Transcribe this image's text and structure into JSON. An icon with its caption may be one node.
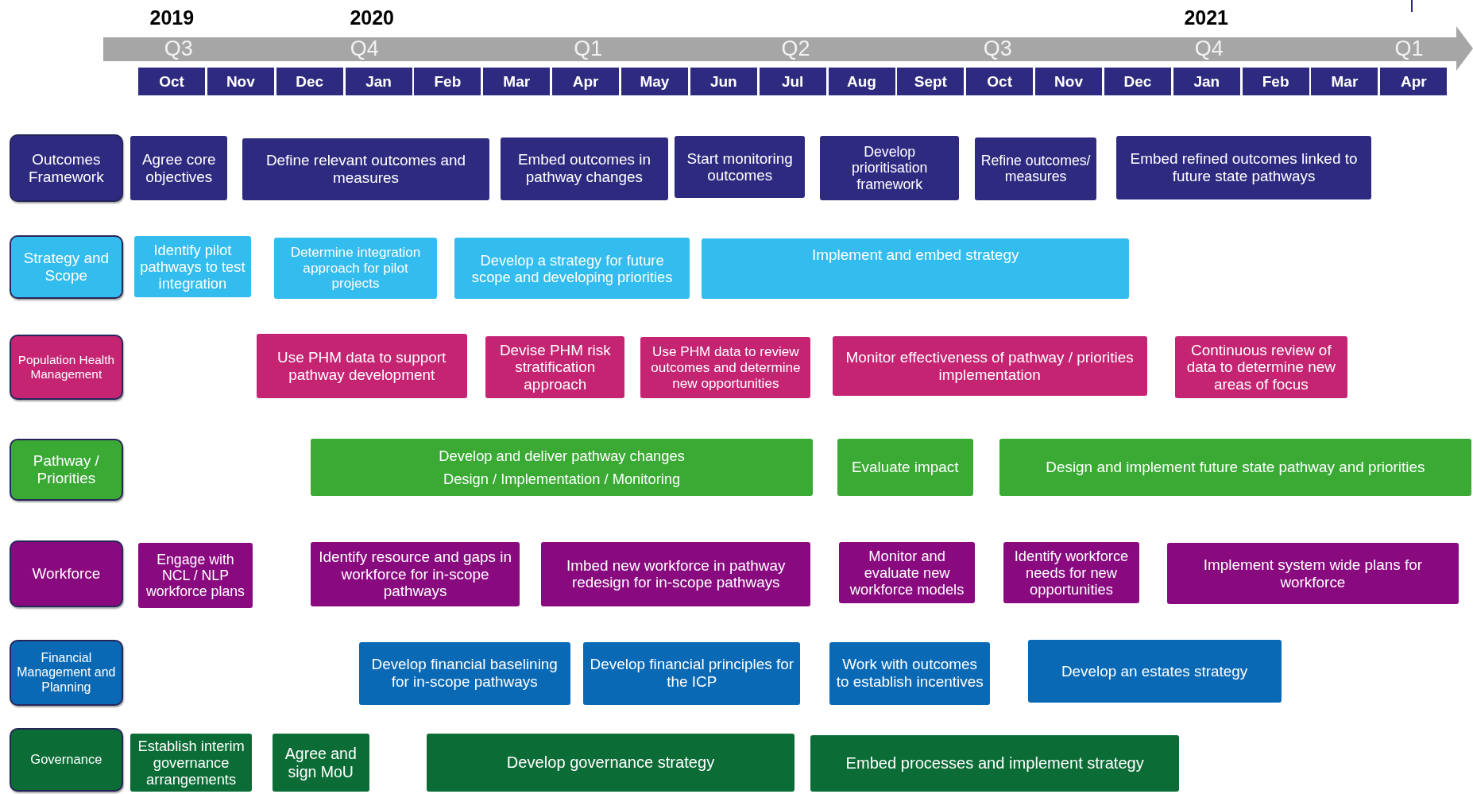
{
  "diagram": {
    "nodes": [
      {
        "text": [
          "Outcomes Framework"
        ]
      },
      {
        "text": [
          "Agree core objectives"
        ]
      },
      {
        "text": [
          "Define relevant outcomes and measures"
        ]
      },
      {
        "text": [
          "Embed outcomes in pathway changes"
        ]
      },
      {
        "text": [
          "Start monitoring outcomes"
        ]
      },
      {
        "text": [
          "Develop prioritisation framework"
        ]
      },
      {
        "text": [
          "Refine outcomes/ measures"
        ]
      },
      {
        "text": [
          "Embed refined outcomes linked to future state pathways"
        ]
      },
      {
        "text": [
          "Strategy and Scope"
        ]
      },
      {
        "text": [
          "Identify pilot pathways to test integration"
        ]
      },
      {
        "text": [
          "Determine integration approach for pilot projects"
        ]
      },
      {
        "text": [
          "Develop a strategy for future scope and developing priorities"
        ]
      },
      {
        "text": [
          "Implement and embed strategy"
        ]
      },
      {
        "text": [
          "Population Health Management"
        ]
      },
      {
        "text": [
          "Use PHM data to support pathway development"
        ]
      },
      {
        "text": [
          "Devise PHM risk stratification approach"
        ]
      },
      {
        "text": [
          "Use PHM data to review outcomes  and determine new opportunities"
        ]
      },
      {
        "text": [
          "Monitor effectiveness of pathway / priorities implementation"
        ]
      },
      {
        "text": [
          "Continuous review of data to determine new areas of focus"
        ]
      },
      {
        "text": [
          "Pathway / Priorities"
        ]
      },
      {
        "text": [
          "Develop and deliver pathway changes",
          "Design / Implementation / Monitoring"
        ]
      },
      {
        "text": [
          "Evaluate impact"
        ]
      },
      {
        "text": [
          "Design and implement future state pathway and priorities"
        ]
      },
      {
        "text": [
          "Workforce"
        ]
      },
      {
        "text": [
          "Engage with NCL / NLP workforce plans"
        ]
      },
      {
        "text": [
          "Identify resource and gaps in workforce for in-scope pathways"
        ]
      },
      {
        "text": [
          "Imbed new workforce in pathway redesign for in-scope pathways"
        ]
      },
      {
        "text": [
          "Monitor and evaluate new workforce models"
        ]
      },
      {
        "text": [
          "Identify workforce needs for new opportunities"
        ]
      },
      {
        "text": [
          "Implement system wide plans for workforce"
        ]
      },
      {
        "text": [
          "Financial Management and Planning"
        ]
      },
      {
        "text": [
          "Develop financial baselining for in-scope pathways"
        ]
      },
      {
        "text": [
          "Develop financial principles for the ICP"
        ]
      },
      {
        "text": [
          "Work with outcomes to establish incentives"
        ]
      },
      {
        "text": [
          "Develop an estates strategy"
        ]
      },
      {
        "text": [
          "Governance"
        ]
      },
      {
        "text": [
          "Establish interim governance arrangements"
        ]
      },
      {
        "text": [
          "Agree and sign MoU"
        ]
      },
      {
        "text": [
          "Develop governance strategy"
        ]
      },
      {
        "text": [
          "Embed processes and implement strategy"
        ]
      }
    ],
    "labels": [
      "2019",
      "2020",
      "2021",
      "Q3",
      "Q4",
      "Q1",
      "Q2",
      "Q3",
      "Q4",
      "Q1",
      "Oct",
      "Nov",
      "Dec",
      "Jan",
      "Feb",
      "Mar",
      "Apr",
      "May",
      "Jun",
      "Jul",
      "Aug",
      "Sept",
      "Oct",
      "Nov",
      "Dec",
      "Jan",
      "Feb",
      "Mar",
      "Apr"
    ]
  }
}
